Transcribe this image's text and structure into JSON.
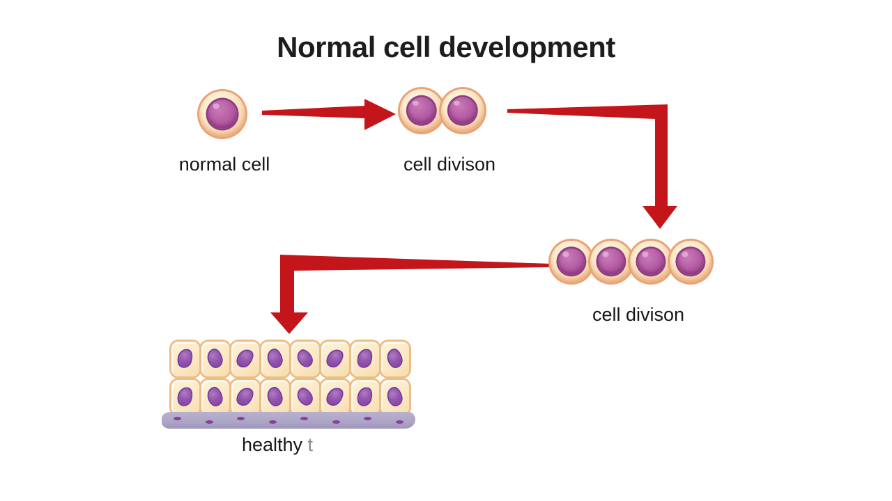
{
  "title": "Normal cell development",
  "labels": {
    "stage1": "normal cell",
    "stage2": "cell divison",
    "stage3": "cell divison",
    "stage4_done": "healthy",
    "stage4_typing": "t"
  },
  "counts": {
    "stage1_cells": 1,
    "stage2_cells": 2,
    "stage3_cells": 4,
    "tissue_cols_row1": 8,
    "tissue_cols_row2": 8,
    "membrane_dots": 8
  },
  "colors": {
    "arrow": "#C4151A",
    "cell_membrane_ring": "#E9A274",
    "cell_cytoplasm": "#FAE4C2",
    "cell_nucleus": "#B35CA4",
    "tissue_cell_fill": "#FBE9C6",
    "tissue_cell_border": "#EDBD86",
    "tissue_nucleus": "#8C4AA8",
    "basement_membrane": "#ACA5C5",
    "title_text": "#1D1D1D",
    "label_text": "#161616",
    "typing_text": "#8B8B8B"
  }
}
